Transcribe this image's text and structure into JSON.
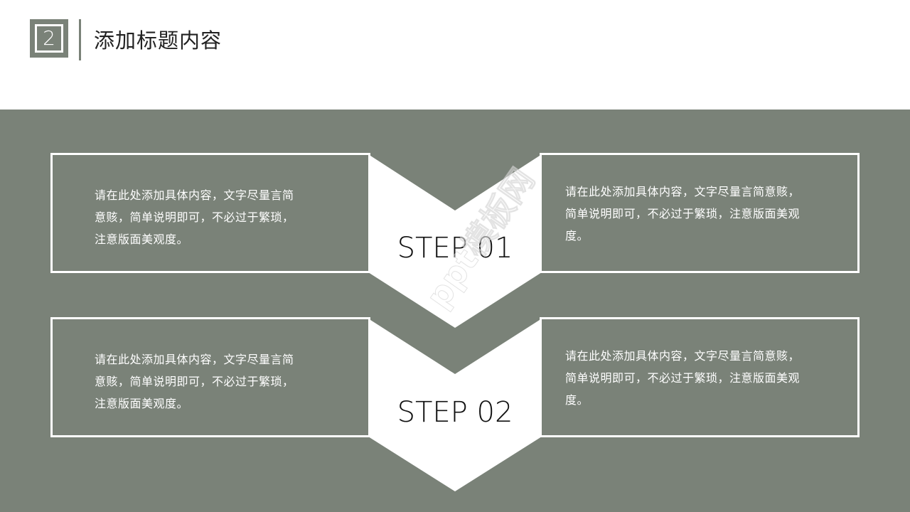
{
  "header": {
    "section_number": "2",
    "title": "添加标题内容"
  },
  "colors": {
    "primary": "#7a8278",
    "background": "#ffffff",
    "accent_text": "#111111"
  },
  "steps": [
    {
      "label": "STEP 01",
      "left_text": [
        "请在此处添加具体内容，文字尽量言简",
        "意赅，简单说明即可，不必过于繁琐，",
        "注意版面美观度。"
      ],
      "right_text": [
        "请在此处添加具体内容，文字尽量言简意赅，",
        "简单说明即可，不必过于繁琐，注意版面美观",
        "度。"
      ]
    },
    {
      "label": "STEP 02",
      "left_text": [
        "请在此处添加具体内容，文字尽量言简",
        "意赅，简单说明即可，不必过于繁琐，",
        "注意版面美观度。"
      ],
      "right_text": [
        "请在此处添加具体内容，文字尽量言简意赅，",
        "简单说明即可，不必过于繁琐，注意版面美观",
        "度。"
      ]
    }
  ],
  "watermark": "ppt模板网"
}
